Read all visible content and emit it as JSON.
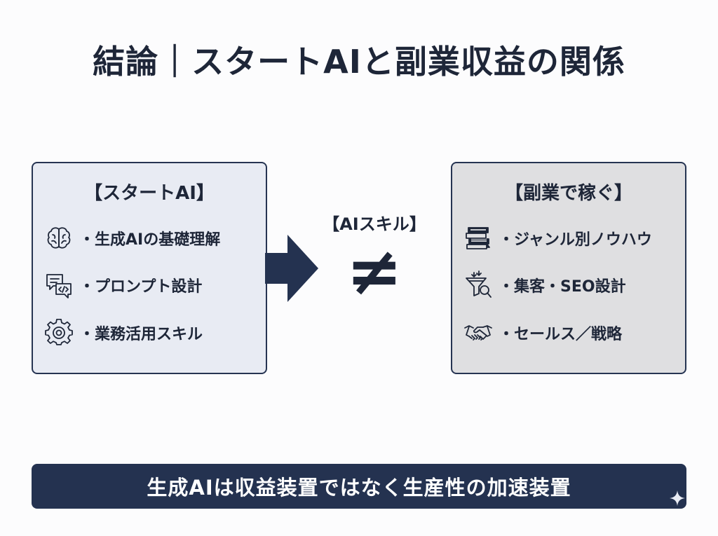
{
  "title": "結論｜スタートAIと副業収益の関係",
  "left_box": {
    "heading": "【スタートAI】",
    "items": [
      {
        "icon": "brain-icon",
        "text": "・生成AIの基礎理解"
      },
      {
        "icon": "chat-code-icon",
        "text": "・プロンプト設計"
      },
      {
        "icon": "gear-icon",
        "text": "・業務活用スキル"
      }
    ]
  },
  "middle": {
    "label": "【AIスキル】",
    "symbol": "≠"
  },
  "right_box": {
    "heading": "【副業で稼ぐ】",
    "items": [
      {
        "icon": "books-icon",
        "text": "・ジャンル別ノウハウ"
      },
      {
        "icon": "funnel-search-icon",
        "text": "・集客・SEO設計"
      },
      {
        "icon": "handshake-icon",
        "text": "・セールス／戦略"
      }
    ]
  },
  "banner": {
    "text": "生成AIは収益装置ではなく生産性の加速装置"
  },
  "colors": {
    "navy": "#243250",
    "left_box_bg": "#e8ebf3",
    "right_box_bg": "#dfdfe1",
    "text": "#1e2638"
  }
}
